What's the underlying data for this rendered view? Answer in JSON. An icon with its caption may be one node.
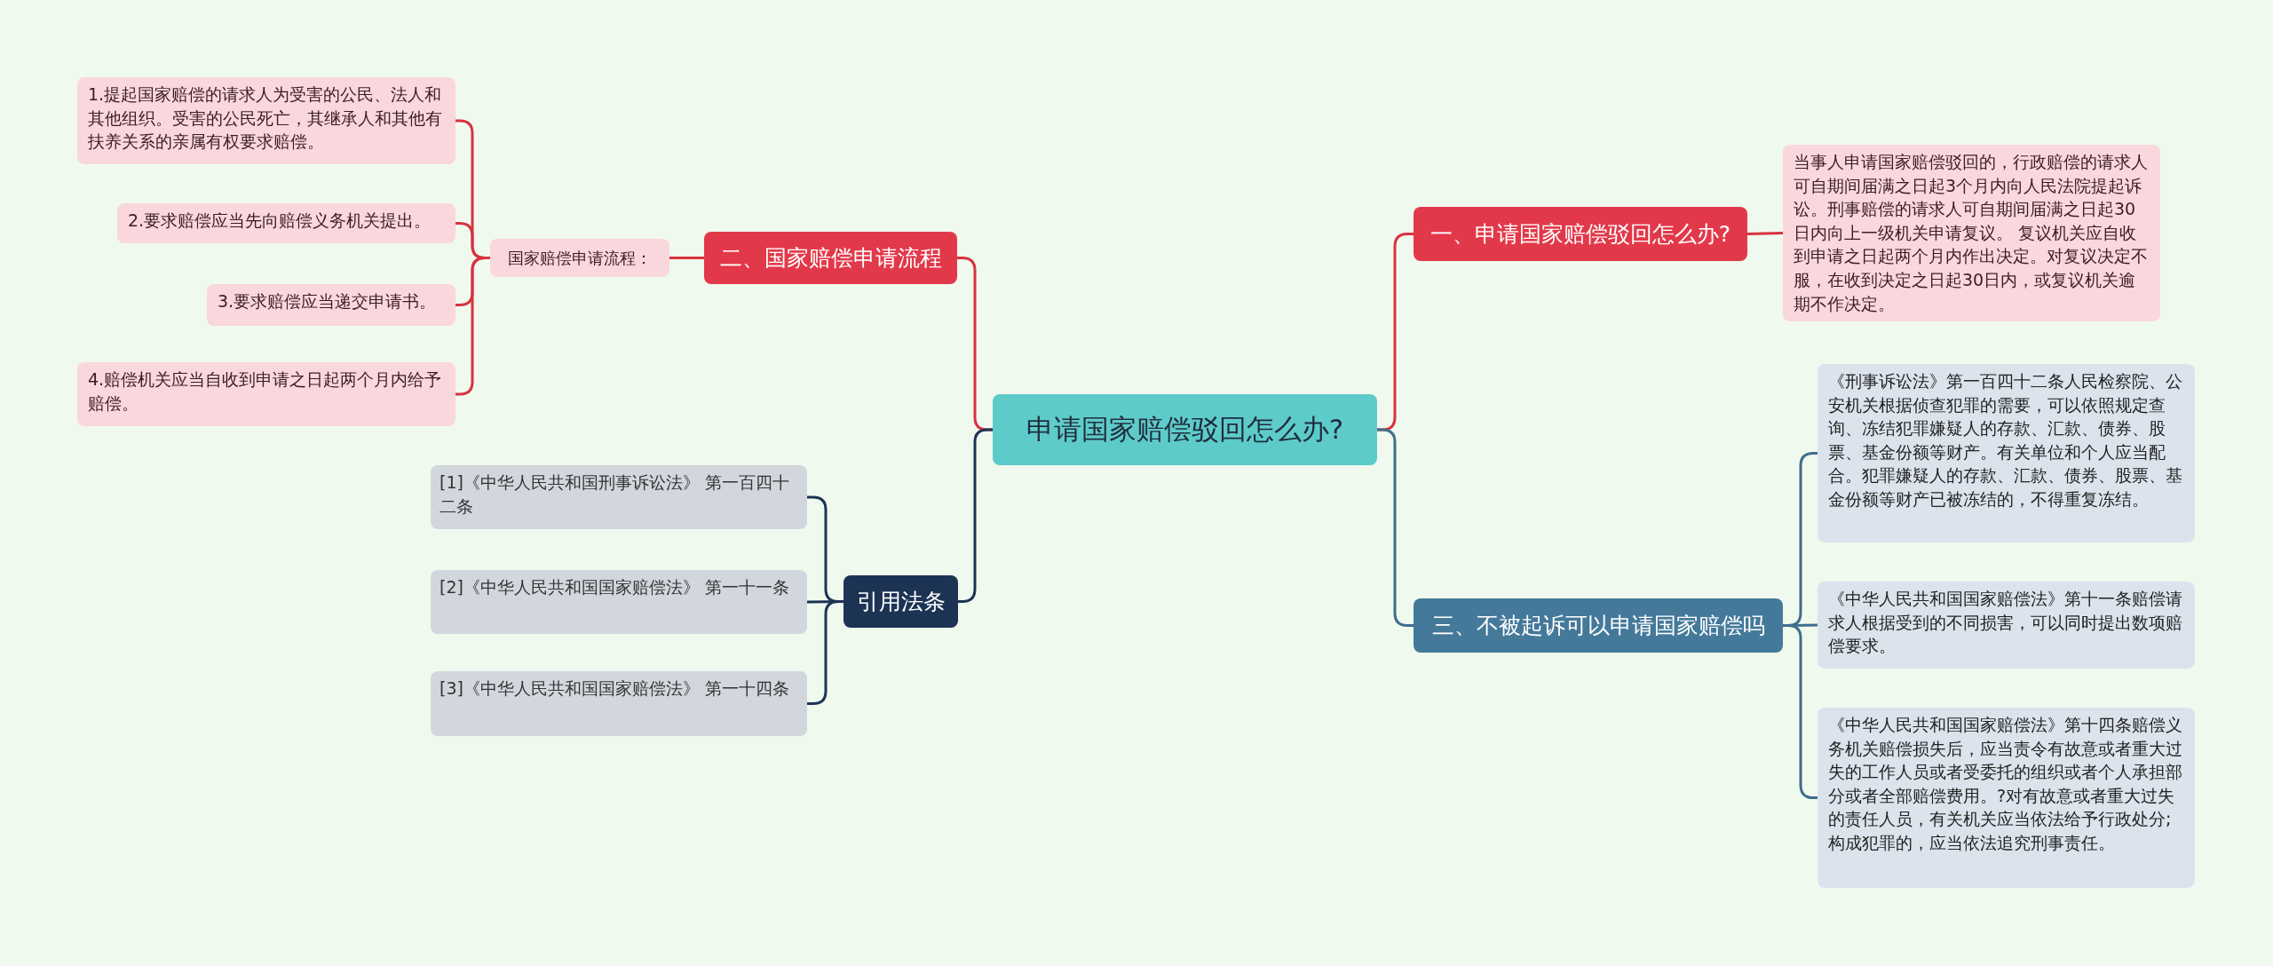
{
  "diagram": {
    "nodes": [
      {
        "text": [
          "申请国家赔偿驳回怎么办?"
        ]
      },
      {
        "text": [
          "一、申请国家赔偿驳回怎么办?"
        ]
      },
      {
        "text": [
          "当事人申请国家赔偿驳回的，行政赔偿的请求人可自期间届满之日起3个月内向人民法院提起诉讼。刑事赔偿的请求人可自期间届满之日起30日内向上一级机关申请复议。 复议机关应自收到申请之日起两个月内作出决定。对复议决定不服，在收到决定之日起30日内，或复议机关逾期不作决定。"
        ]
      },
      {
        "text": [
          "三、不被起诉可以申请国家赔偿吗"
        ]
      },
      {
        "text": [
          "《刑事诉讼法》第一百四十二条人民检察院、公安机关根据侦查犯罪的需要，可以依照规定查询、冻结犯罪嫌疑人的存款、汇款、债券、股票、基金份额等财产。有关单位和个人应当配合。犯罪嫌疑人的存款、汇款、债券、股票、基金份额等财产已被冻结的，不得重复冻结。"
        ]
      },
      {
        "text": [
          "《中华人民共和国国家赔偿法》第十一条赔偿请求人根据受到的不同损害，可以同时提出数项赔偿要求。"
        ]
      },
      {
        "text": [
          "《中华人民共和国国家赔偿法》第十四条赔偿义务机关赔偿损失后，应当责令有故意或者重大过失的工作人员或者受委托的组织或者个人承担部分或者全部赔偿费用。?对有故意或者重大过失的责任人员，有关机关应当依法给予行政处分;构成犯罪的，应当依法追究刑事责任。"
        ]
      },
      {
        "text": [
          "二、国家赔偿申请流程"
        ]
      },
      {
        "text": [
          "国家赔偿申请流程："
        ]
      },
      {
        "text": [
          "1.提起国家赔偿的请求人为受害的公民、法人和其他组织。受害的公民死亡，其继承人和其他有扶养关系的亲属有权要求赔偿。"
        ]
      },
      {
        "text": [
          "2.要求赔偿应当先向赔偿义务机关提出。"
        ]
      },
      {
        "text": [
          "3.要求赔偿应当递交申请书。"
        ]
      },
      {
        "text": [
          "4.赔偿机关应当自收到申请之日起两个月内给予赔偿。"
        ]
      },
      {
        "text": [
          "引用法条"
        ]
      },
      {
        "text": [
          "[1]《中华人民共和国刑事诉讼法》 第一百四十二条"
        ]
      },
      {
        "text": [
          "[2]《中华人民共和国国家赔偿法》 第一十一条"
        ]
      },
      {
        "text": [
          "[3]《中华人民共和国国家赔偿法》 第一十四条"
        ]
      }
    ],
    "edges": [
      {
        "from": 0,
        "to": 1,
        "arrow": "none"
      },
      {
        "from": 1,
        "to": 2,
        "arrow": "none"
      },
      {
        "from": 0,
        "to": 3,
        "arrow": "none",
        "color": "#3f6e8c"
      },
      {
        "from": 3,
        "to": 4,
        "arrow": "none",
        "color": "#3f6e8c"
      },
      {
        "from": 3,
        "to": 5,
        "arrow": "none",
        "color": "#3f6e8c"
      },
      {
        "from": 3,
        "to": 6,
        "arrow": "none",
        "color": "#3f6e8c"
      },
      {
        "from": 0,
        "to": 7,
        "arrow": "none"
      },
      {
        "from": 7,
        "to": 8,
        "arrow": "none"
      },
      {
        "from": 8,
        "to": 9,
        "arrow": "none"
      },
      {
        "from": 8,
        "to": 10,
        "arrow": "none"
      },
      {
        "from": 8,
        "to": 11,
        "arrow": "none"
      },
      {
        "from": 8,
        "to": 12,
        "arrow": "none"
      },
      {
        "from": 0,
        "to": 13,
        "arrow": "none",
        "color": "#1c3354"
      },
      {
        "from": 13,
        "to": 14,
        "arrow": "none",
        "color": "#1c3354"
      },
      {
        "from": 13,
        "to": 15,
        "arrow": "none",
        "color": "#1c3354"
      },
      {
        "from": 13,
        "to": 16,
        "arrow": "none",
        "color": "#1c3354"
      }
    ]
  }
}
